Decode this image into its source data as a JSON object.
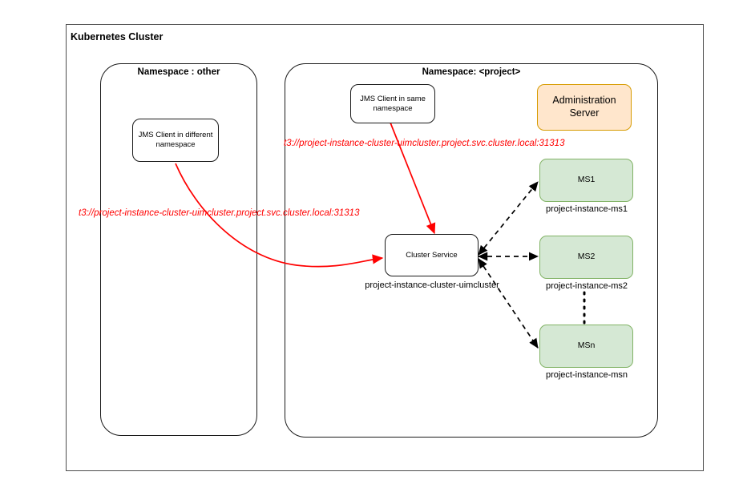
{
  "diagram": {
    "title": "Kubernetes Cluster",
    "namespaces": [
      {
        "id": "other",
        "label": "Namespace : other"
      },
      {
        "id": "project",
        "label": "Namespace: <project>"
      }
    ],
    "nodes": {
      "jms_client_different": "JMS Client in different namespace",
      "jms_client_same": "JMS Client in same namespace",
      "admin_server": "Administration Server",
      "cluster_service": "Cluster Service",
      "ms1": "MS1",
      "ms2": "MS2",
      "msn": "MSn"
    },
    "captions": {
      "cluster_service": "project-instance-cluster-uimcluster",
      "ms1": "project-instance-ms1",
      "ms2": "project-instance-ms2",
      "msn": "project-instance-msn"
    },
    "urls": {
      "from_same_namespace": "t3://project-instance-cluster-uimcluster.project.svc.cluster.local:31313",
      "from_different_namespace": "t3://project-instance-cluster-uimcluster.project.svc.cluster.local:31313"
    },
    "colors": {
      "url_text": "#ff0000",
      "arrow_red": "#ff0000",
      "arrow_dashed": "#000000",
      "ms_fill": "#d5e8d4",
      "ms_stroke": "#82b366",
      "admin_fill": "#ffe6cc",
      "admin_stroke": "#d79b00",
      "outer_stroke": "#4d4d4d",
      "node_stroke": "#1a1a1a"
    }
  }
}
